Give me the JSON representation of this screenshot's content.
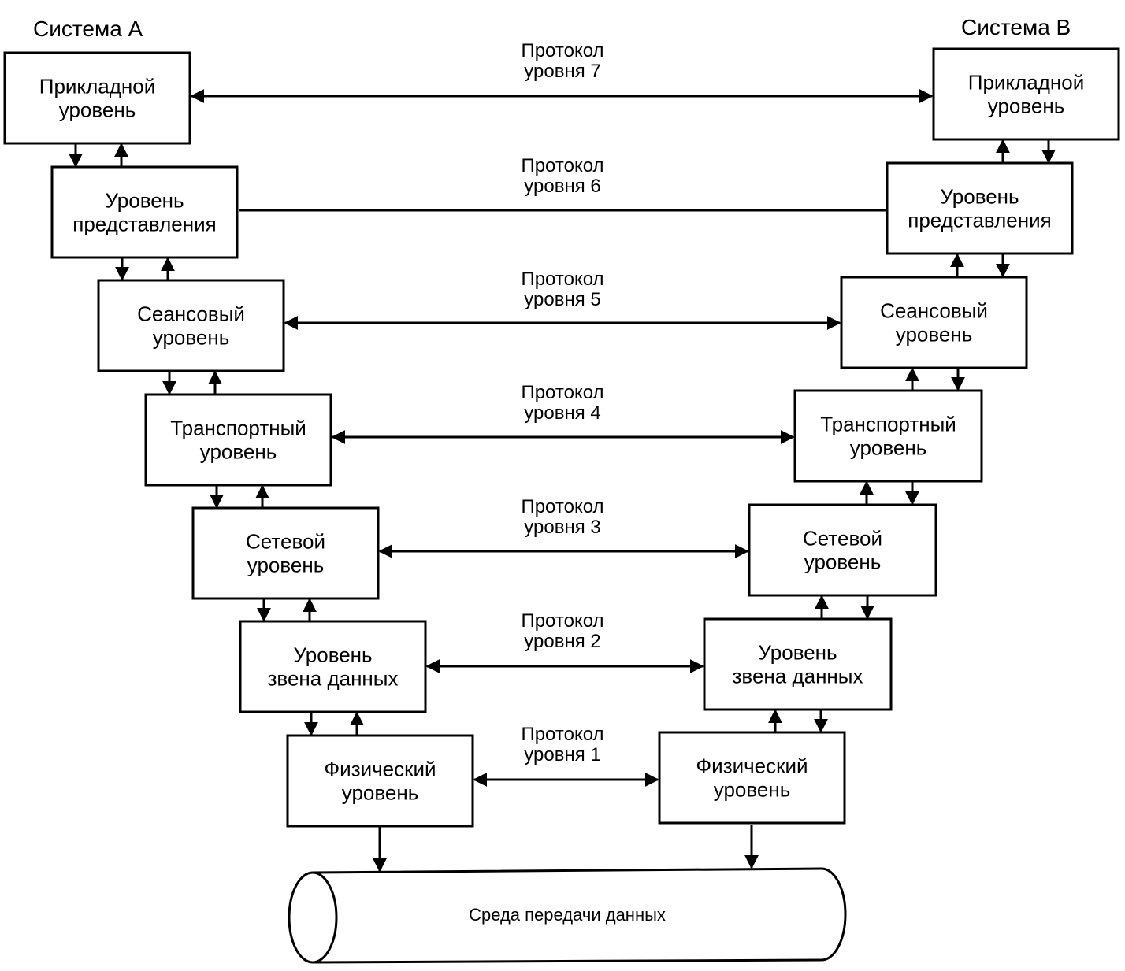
{
  "system_a": {
    "title": "Система А"
  },
  "system_b": {
    "title": "Система В"
  },
  "layers": [
    {
      "level": 7,
      "lines": [
        "Прикладной",
        "уровень"
      ]
    },
    {
      "level": 6,
      "lines": [
        "Уровень",
        "представления"
      ]
    },
    {
      "level": 5,
      "lines": [
        "Сеансовый",
        "уровень"
      ]
    },
    {
      "level": 4,
      "lines": [
        "Транспортный",
        "уровень"
      ]
    },
    {
      "level": 3,
      "lines": [
        "Сетевой",
        "уровень"
      ]
    },
    {
      "level": 2,
      "lines": [
        "Уровень",
        "звена данных"
      ]
    },
    {
      "level": 1,
      "lines": [
        "Физический",
        "уровень"
      ]
    }
  ],
  "protocols": [
    {
      "level": 7,
      "lines": [
        "Протокол",
        "уровня 7"
      ],
      "arrows": true
    },
    {
      "level": 6,
      "lines": [
        "Протокол",
        "уровня 6"
      ],
      "arrows": false
    },
    {
      "level": 5,
      "lines": [
        "Протокол",
        "уровня 5"
      ],
      "arrows": true
    },
    {
      "level": 4,
      "lines": [
        "Протокол",
        "уровня 4"
      ],
      "arrows": true
    },
    {
      "level": 3,
      "lines": [
        "Протокол",
        "уровня 3"
      ],
      "arrows": true
    },
    {
      "level": 2,
      "lines": [
        "Протокол",
        "уровня 2"
      ],
      "arrows": true
    },
    {
      "level": 1,
      "lines": [
        "Протокол",
        "уровня 1"
      ],
      "arrows": true
    }
  ],
  "medium": {
    "label": "Среда передачи данных"
  }
}
